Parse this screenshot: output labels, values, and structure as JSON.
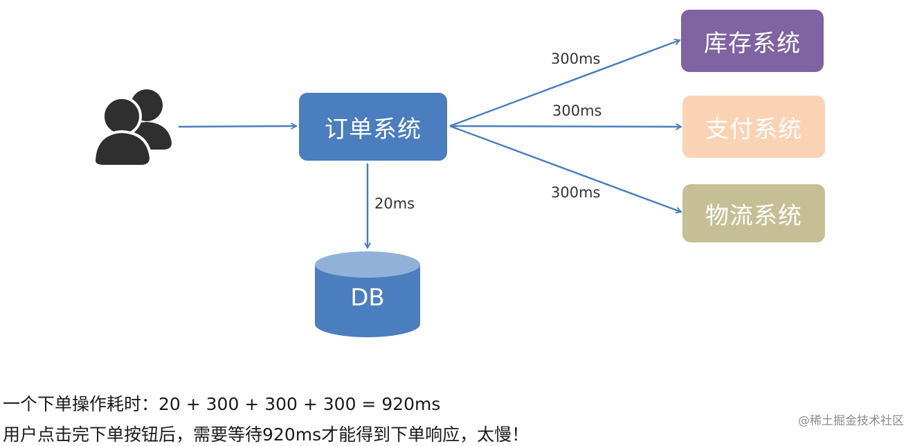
{
  "nodes": {
    "order": {
      "label": "订单系统",
      "color": "#4a7ebf"
    },
    "inventory": {
      "label": "库存系统",
      "color": "#7f63a3"
    },
    "payment": {
      "label": "支付系统",
      "color": "#fad3b5"
    },
    "logistics": {
      "label": "物流系统",
      "color": "#c6bf96"
    },
    "db": {
      "label": "DB",
      "color": "#4a7ebf",
      "top_color": "#92b1d9"
    }
  },
  "edges": {
    "user_to_order": "",
    "order_to_inventory": "300ms",
    "order_to_payment": "300ms",
    "order_to_logistics": "300ms",
    "order_to_db": "20ms"
  },
  "notes": {
    "line1": "一个下单操作耗时：20 + 300 + 300 + 300 = 920ms",
    "line2": "用户点击完下单按钮后，需要等待920ms才能得到下单响应，太慢！"
  },
  "watermark": "@稀土掘金技术社区",
  "colors": {
    "arrow": "#4a7ebf",
    "user_icon": "#2f2f2f"
  }
}
